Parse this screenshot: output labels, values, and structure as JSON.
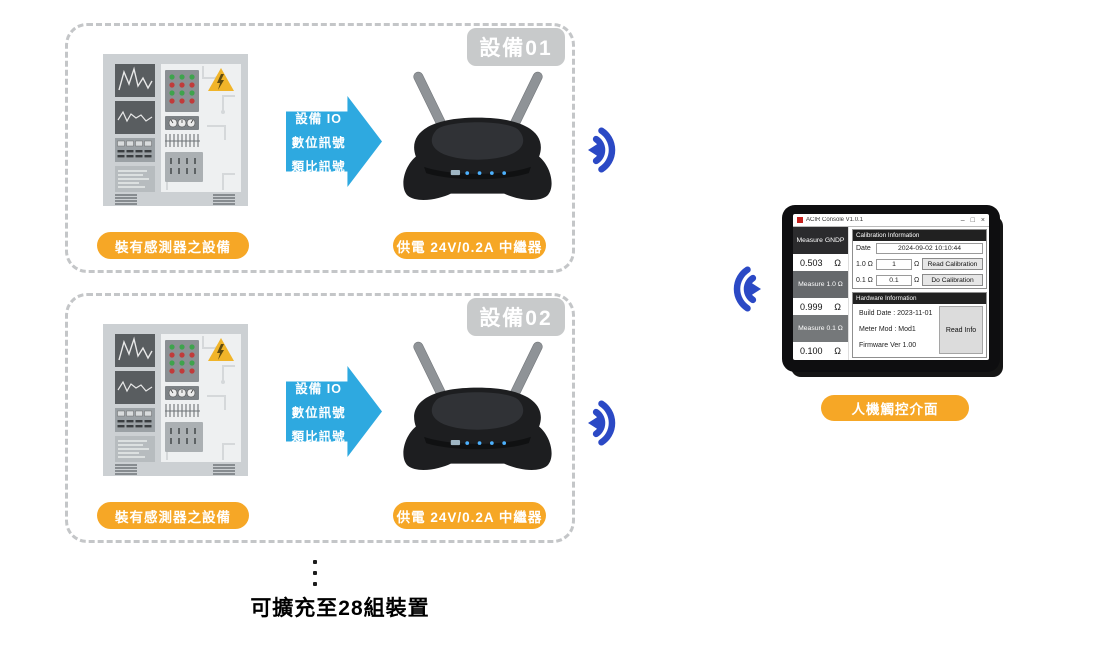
{
  "diagram": {
    "expand_note": "可擴充至28組裝置"
  },
  "groups": [
    {
      "tab": "設備01",
      "device_pill": "裝有感測器之設備",
      "arrow_lines": [
        "設備 IO",
        "數位訊號",
        "類比訊號"
      ],
      "router_pill": "供電 24V/0.2A 中繼器"
    },
    {
      "tab": "設備02",
      "device_pill": "裝有感測器之設備",
      "arrow_lines": [
        "設備 IO",
        "數位訊號",
        "類比訊號"
      ],
      "router_pill": "供電 24V/0.2A 中繼器"
    }
  ],
  "hmi": {
    "pill": "人機觸控介面",
    "console": {
      "title": "ACIR Console V1.0.1",
      "win_min": "–",
      "win_max": "□",
      "win_close": "×",
      "sidebar": [
        {
          "button": "Measure GNDP",
          "value": "0.503",
          "unit": "Ω"
        },
        {
          "button": "Measure 1.0 Ω",
          "value": "0.999",
          "unit": "Ω"
        },
        {
          "button": "Measure 0.1 Ω",
          "value": "0.100",
          "unit": "Ω"
        }
      ],
      "calibration": {
        "header": "Calibration Information",
        "date_label": "Date",
        "date_value": "2024-09-02 10:10:44",
        "rows": [
          {
            "label": "1.0 Ω",
            "input": "1",
            "unit": "Ω",
            "button": "Read Calibration"
          },
          {
            "label": "0.1 Ω",
            "input": "0.1",
            "unit": "Ω",
            "button": "Do Calibration"
          }
        ]
      },
      "hardware": {
        "header": "Hardware Information",
        "build_date": "Build Date : 2023-11-01",
        "meter_mod": "Meter Mod : Mod1",
        "firmware": "Firmware Ver 1.00",
        "read_button": "Read Info"
      }
    }
  },
  "colors": {
    "arrow_blue": "#2ea9e0",
    "wifi_blue": "#2b49c5",
    "pill_orange": "#f6a726",
    "tab_gray": "#c8cacb"
  }
}
